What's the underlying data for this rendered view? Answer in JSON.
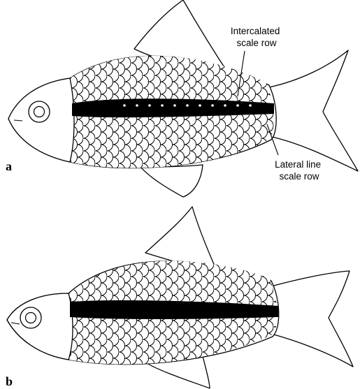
{
  "panels": [
    {
      "id": "a",
      "label": "a",
      "annotations": [
        {
          "lines": [
            "Intercalated",
            "scale row"
          ]
        },
        {
          "lines": [
            "Lateral line",
            "scale row"
          ]
        }
      ]
    },
    {
      "id": "b",
      "label": "b",
      "annotations": []
    }
  ]
}
